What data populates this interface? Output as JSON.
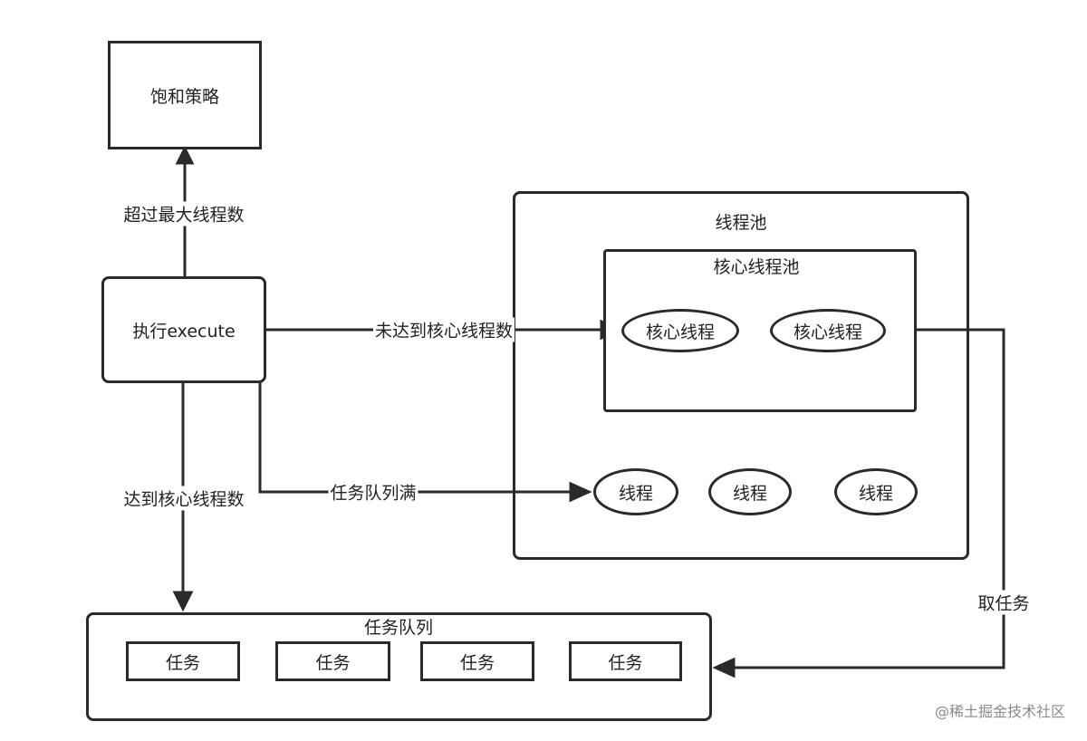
{
  "nodes": {
    "saturation_policy": "饱和策略",
    "execute": "执行execute",
    "thread_pool": "线程池",
    "core_thread_pool": "核心线程池",
    "core_threads": [
      "核心线程",
      "核心线程"
    ],
    "threads": [
      "线程",
      "线程",
      "线程"
    ],
    "task_queue": "任务队列",
    "tasks": [
      "任务",
      "任务",
      "任务",
      "任务"
    ]
  },
  "edges": {
    "exceed_max": "超过最大线程数",
    "below_core": "未达到核心线程数",
    "reach_core": "达到核心线程数",
    "queue_full": "任务队列满",
    "take_task": "取任务"
  },
  "watermark": "@稀土掘金技术社区"
}
